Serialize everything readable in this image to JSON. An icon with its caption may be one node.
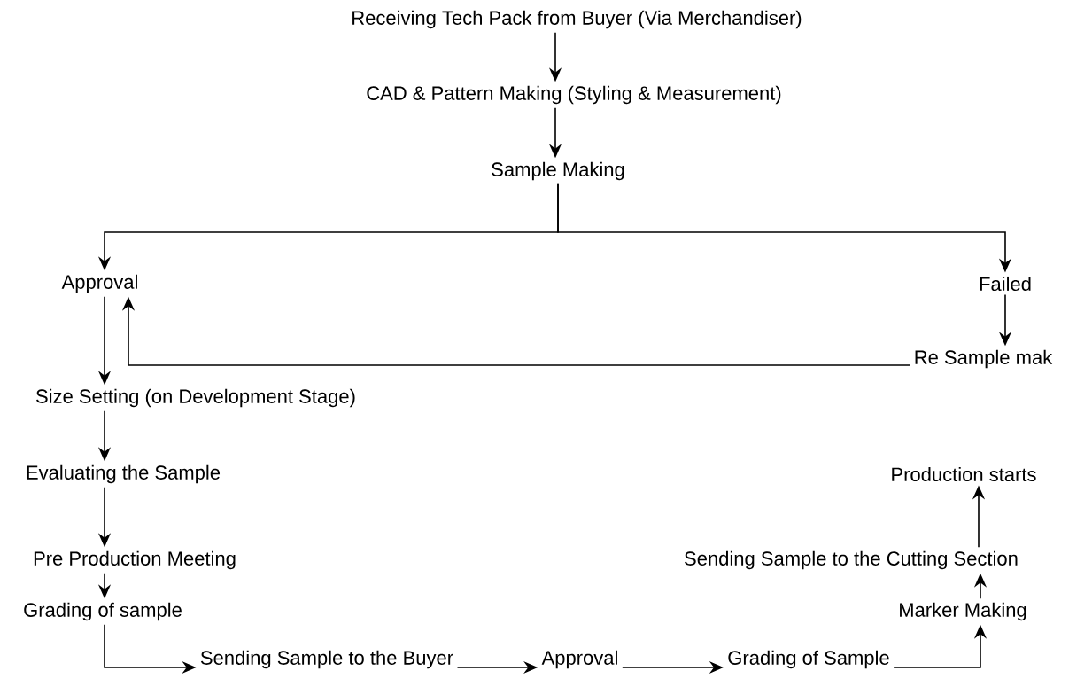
{
  "diagram": {
    "nodes": [
      {
        "text": [
          "Receiving Tech Pack from Buyer (Via Merchandiser)"
        ]
      },
      {
        "text": [
          "CAD & Pattern Making (Styling & Measurement)"
        ]
      },
      {
        "text": [
          "Sample Making"
        ]
      },
      {
        "text": [
          "Approval"
        ]
      },
      {
        "text": [
          "Failed"
        ]
      },
      {
        "text": [
          "Re Sample mak"
        ]
      },
      {
        "text": [
          "Size Setting (on Development Stage)"
        ]
      },
      {
        "text": [
          "Evaluating the Sample"
        ]
      },
      {
        "text": [
          "Pre Production Meeting"
        ]
      },
      {
        "text": [
          "Grading of sample"
        ]
      },
      {
        "text": [
          "Sending Sample to the Buyer"
        ]
      },
      {
        "text": [
          "Approval"
        ]
      },
      {
        "text": [
          "Grading of Sample"
        ]
      },
      {
        "text": [
          "Marker Making"
        ]
      },
      {
        "text": [
          "Sending Sample to the Cutting Section"
        ]
      },
      {
        "text": [
          "Production starts"
        ]
      }
    ],
    "edges": [
      {
        "from": 0,
        "to": 1,
        "arrow": "to"
      },
      {
        "from": 1,
        "to": 2,
        "arrow": "to"
      },
      {
        "from": 2,
        "to": 3,
        "arrow": "to"
      },
      {
        "from": 2,
        "to": 4,
        "arrow": "to"
      },
      {
        "from": 4,
        "to": 5,
        "arrow": "to"
      },
      {
        "from": 5,
        "to": 3,
        "arrow": "to"
      },
      {
        "from": 3,
        "to": 6,
        "arrow": "to"
      },
      {
        "from": 6,
        "to": 7,
        "arrow": "to"
      },
      {
        "from": 7,
        "to": 8,
        "arrow": "to"
      },
      {
        "from": 8,
        "to": 9,
        "arrow": "to"
      },
      {
        "from": 9,
        "to": 10,
        "arrow": "to"
      },
      {
        "from": 10,
        "to": 11,
        "arrow": "to"
      },
      {
        "from": 11,
        "to": 12,
        "arrow": "to"
      },
      {
        "from": 12,
        "to": 13,
        "arrow": "to"
      },
      {
        "from": 13,
        "to": 14,
        "arrow": "to"
      },
      {
        "from": 14,
        "to": 15,
        "arrow": "to"
      }
    ]
  }
}
